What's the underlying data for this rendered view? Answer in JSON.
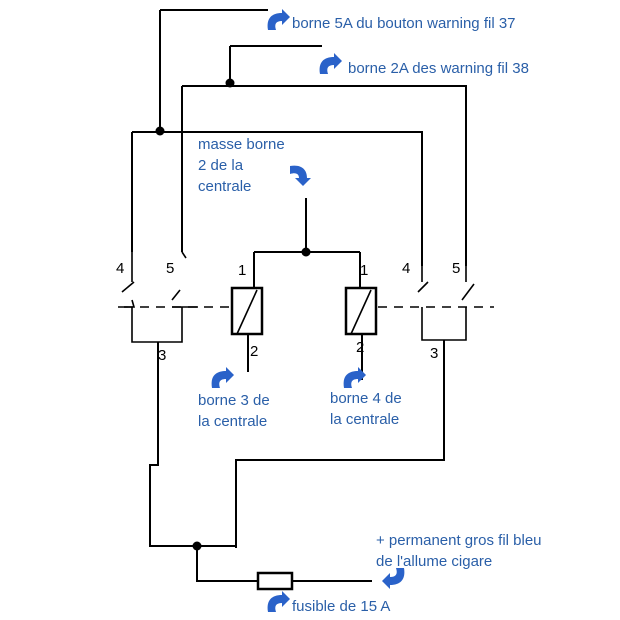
{
  "labels": {
    "borne_5a": "borne 5A du bouton warning fil 37",
    "borne_2a": "borne 2A des warning fil 38",
    "masse": "masse borne\n2 de la\ncentrale",
    "borne_3": "borne 3 de\nla centrale",
    "borne_4": "borne 4 de\nla centrale",
    "permanent": "+ permanent gros fil bleu\nde l'allume cigare",
    "fusible": "fusible de 15 A"
  },
  "pins": {
    "left_switch_4": "4",
    "left_switch_5": "5",
    "left_switch_3": "3",
    "right_switch_4": "4",
    "right_switch_5": "5",
    "right_switch_3": "3",
    "relay_left_1": "1",
    "relay_left_2": "2",
    "relay_right_1": "1",
    "relay_right_2": "2"
  },
  "colors": {
    "label_text": "#2a5fa8",
    "arrow": "#2a62c9",
    "wire": "#000000"
  },
  "icons": [
    "curved-arrow-icon"
  ]
}
